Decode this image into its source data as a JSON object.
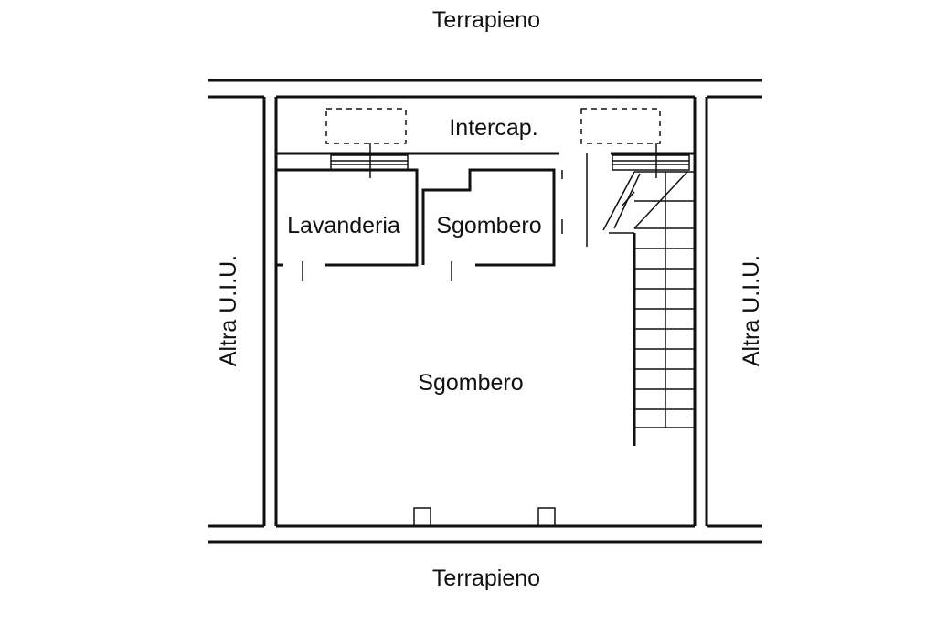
{
  "labels": {
    "top_outside": "Terrapieno",
    "bottom_outside": "Terrapieno",
    "left_outside": "Altra U.I.U.",
    "right_outside": "Altra U.I.U.",
    "intercap": "Intercap.",
    "lavanderia": "Lavanderia",
    "sgombero_small": "Sgombero",
    "sgombero_main": "Sgombero"
  },
  "colors": {
    "line": "#111111",
    "background": "#ffffff"
  }
}
